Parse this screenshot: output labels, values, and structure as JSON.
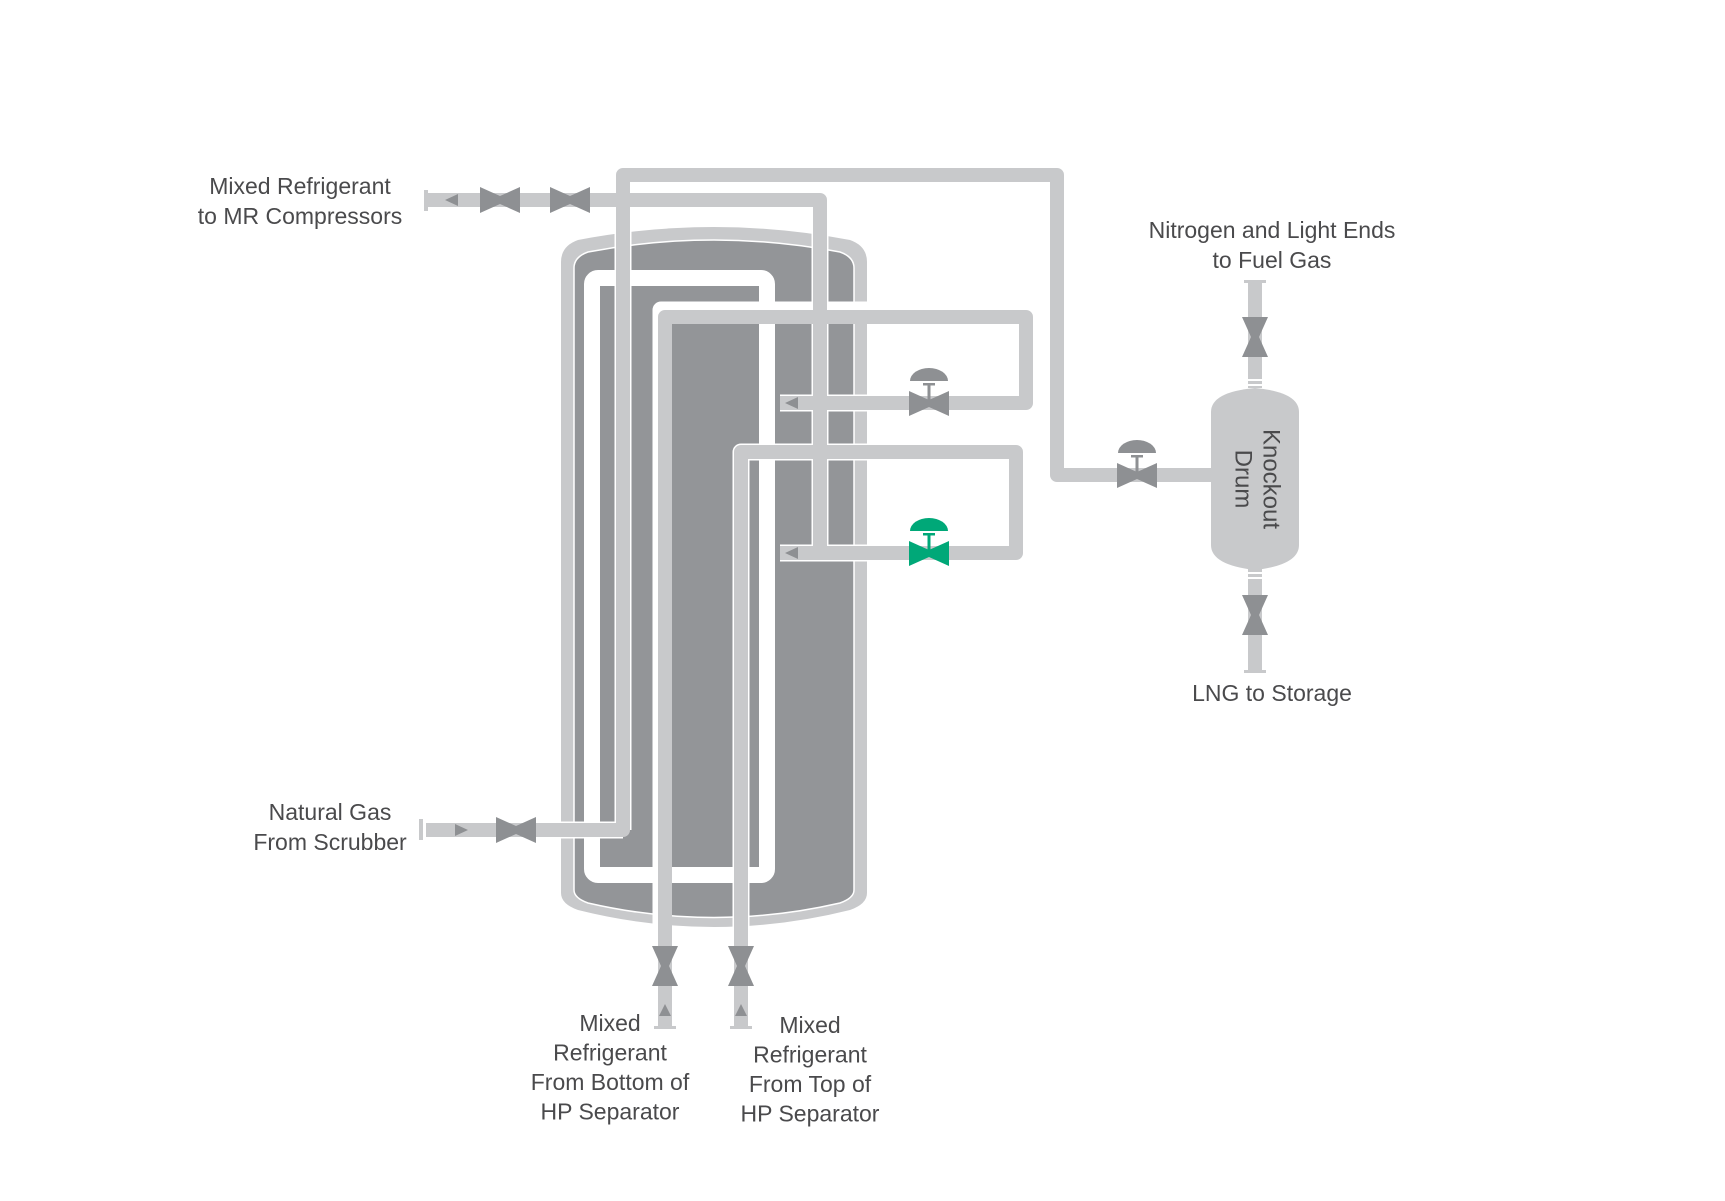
{
  "title": "LNG Main Cryogenic Heat Exchanger Process Diagram",
  "colors": {
    "pipe": "#c8c9cb",
    "vessel_fill": "#939598",
    "valve": "#8e9093",
    "active_valve": "#00a878",
    "text": "#4a4a4c",
    "coil": "#ffffff"
  },
  "labels": {
    "mr_to_compressors": [
      "Mixed Refrigerant",
      "to MR Compressors"
    ],
    "natural_gas": [
      "Natural Gas",
      "From Scrubber"
    ],
    "mr_bottom_hp": [
      "Mixed",
      "Refrigerant",
      "From Bottom of",
      "HP Separator"
    ],
    "mr_top_hp": [
      "Mixed",
      "Refrigerant",
      "From Top of",
      "HP Separator"
    ],
    "nitrogen": [
      "Nitrogen and Light Ends",
      "to Fuel Gas"
    ],
    "lng_storage": "LNG to Storage",
    "knockout_drum": [
      "Knockout",
      "Drum"
    ]
  },
  "valves": [
    {
      "id": "mr-outlet-valve-1",
      "type": "gate",
      "state": "normal"
    },
    {
      "id": "mr-outlet-valve-2",
      "type": "gate",
      "state": "normal"
    },
    {
      "id": "natural-gas-inlet-valve",
      "type": "gate",
      "state": "normal"
    },
    {
      "id": "hp-bottom-valve",
      "type": "gate",
      "state": "normal"
    },
    {
      "id": "hp-top-valve",
      "type": "gate",
      "state": "normal"
    },
    {
      "id": "upper-jt-control-valve",
      "type": "control",
      "state": "normal"
    },
    {
      "id": "lower-jt-control-valve",
      "type": "control",
      "state": "highlighted"
    },
    {
      "id": "knockout-inlet-control-valve",
      "type": "control",
      "state": "normal"
    },
    {
      "id": "fuel-gas-valve",
      "type": "gate",
      "state": "normal"
    },
    {
      "id": "lng-storage-valve",
      "type": "gate",
      "state": "normal"
    }
  ]
}
